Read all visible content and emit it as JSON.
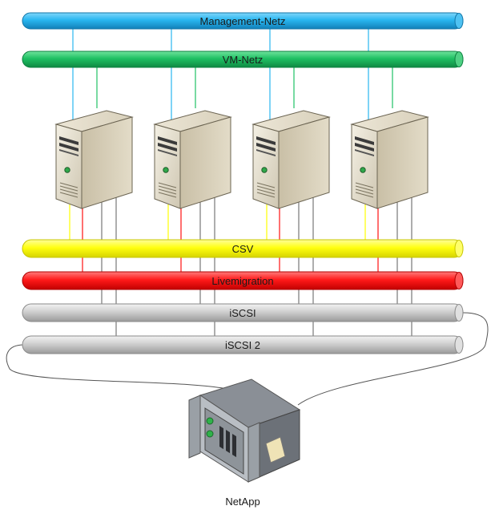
{
  "networks": [
    {
      "key": "management",
      "label": "Management-Netz",
      "color": "#29b6f0"
    },
    {
      "key": "vm",
      "label": "VM-Netz",
      "color": "#1fc063"
    },
    {
      "key": "csv",
      "label": "CSV",
      "color": "#ffff00"
    },
    {
      "key": "livemigration",
      "label": "Livemigration",
      "color": "#ff1010"
    },
    {
      "key": "iscsi",
      "label": "iSCSI",
      "color": "#c8c8c8"
    },
    {
      "key": "iscsi2",
      "label": "iSCSI 2",
      "color": "#c8c8c8"
    }
  ],
  "storage": {
    "label": "NetApp",
    "icon": "netapp-storage-icon"
  },
  "servers": [
    {
      "icon": "server-tower-icon"
    },
    {
      "icon": "server-tower-icon"
    },
    {
      "icon": "server-tower-icon"
    },
    {
      "icon": "server-tower-icon"
    }
  ]
}
